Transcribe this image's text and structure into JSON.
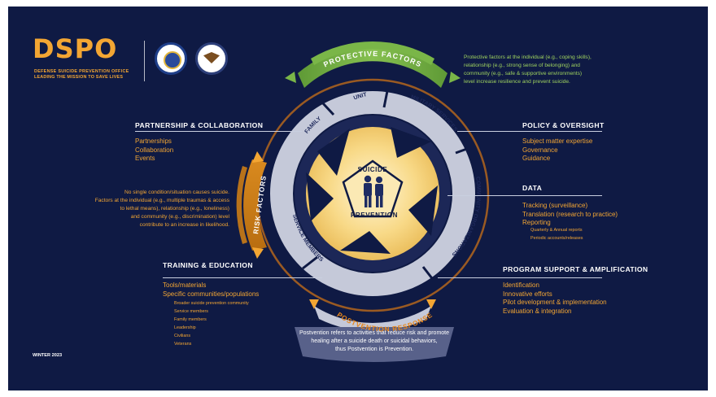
{
  "branding": {
    "logo": "DSPO",
    "office_name": "DEFENSE SUICIDE PREVENTION OFFICE",
    "tagline": "LEADING THE MISSION TO SAVE LIVES",
    "seal_icons": [
      "seal-icon",
      "dod-seal-icon"
    ]
  },
  "ring": {
    "protective_factors": "PROTECTIVE FACTORS",
    "risk_factors": "RISK FACTORS",
    "postvention_response": "POSTVENTION RESPONSE",
    "segments": [
      "FAMILY",
      "UNIT",
      "MILITARY SERVICES",
      "COMMUNITY ORGANIZATIONS",
      "SERVICE MEMBERS"
    ],
    "center_top": "SUICIDE",
    "center_bottom": "PREVENTION"
  },
  "protective_desc": [
    "Protective factors at the individual (e.g., coping skills),",
    "relationship (e.g., strong sense of belonging) and",
    "community (e.g., safe & supportive environments)",
    "level increase resilience and prevent suicide."
  ],
  "risk_desc": [
    "No single condition/situation causes suicide.",
    "Factors at the individual (e.g., multiple traumas & access",
    "to lethal means), relationship (e.g., loneliness)",
    "and community (e.g., discrimination) level",
    "contribute to an increase in likelihood."
  ],
  "postvention_desc": [
    "Postvention refers to activities that reduce risk and promote",
    "healing after a suicide death or suicidal behaviors,",
    "thus Postvention is Prevention."
  ],
  "sections": {
    "partnership": {
      "title": "PARTNERSHIP & COLLABORATION",
      "items": [
        "Partnerships",
        "Collaboration",
        "Events"
      ]
    },
    "training": {
      "title": "TRAINING & EDUCATION",
      "items": [
        "Tools/materials",
        "Specific communities/populations"
      ],
      "subitems": [
        "Broader suicide prevention community",
        "Service members",
        "Family members",
        "Leadership",
        "Civilians",
        "Veterans"
      ]
    },
    "policy": {
      "title": "POLICY & OVERSIGHT",
      "items": [
        "Subject matter expertise",
        "Governance",
        "Guidance"
      ]
    },
    "data": {
      "title": "DATA",
      "items": [
        "Tracking (surveillance)",
        "Translation (research to practice)",
        "Reporting"
      ],
      "subitems": [
        "Quarterly & Annual reports",
        "Periodic accounts/releases"
      ]
    },
    "program": {
      "title": "PROGRAM SUPPORT & AMPLIFICATION",
      "items": [
        "Identification",
        "Innovative efforts",
        "Pilot development & implementation",
        "Evaluation & integration"
      ]
    }
  },
  "footer": {
    "date": "WINTER 2023"
  },
  "colors": {
    "background": "#0f1a44",
    "orange": "#f3a633",
    "green": "#7ab648",
    "light_green": "#9fd35f",
    "segment_gray": "#c5c9d9",
    "center_gold": "#f6cf6e"
  }
}
